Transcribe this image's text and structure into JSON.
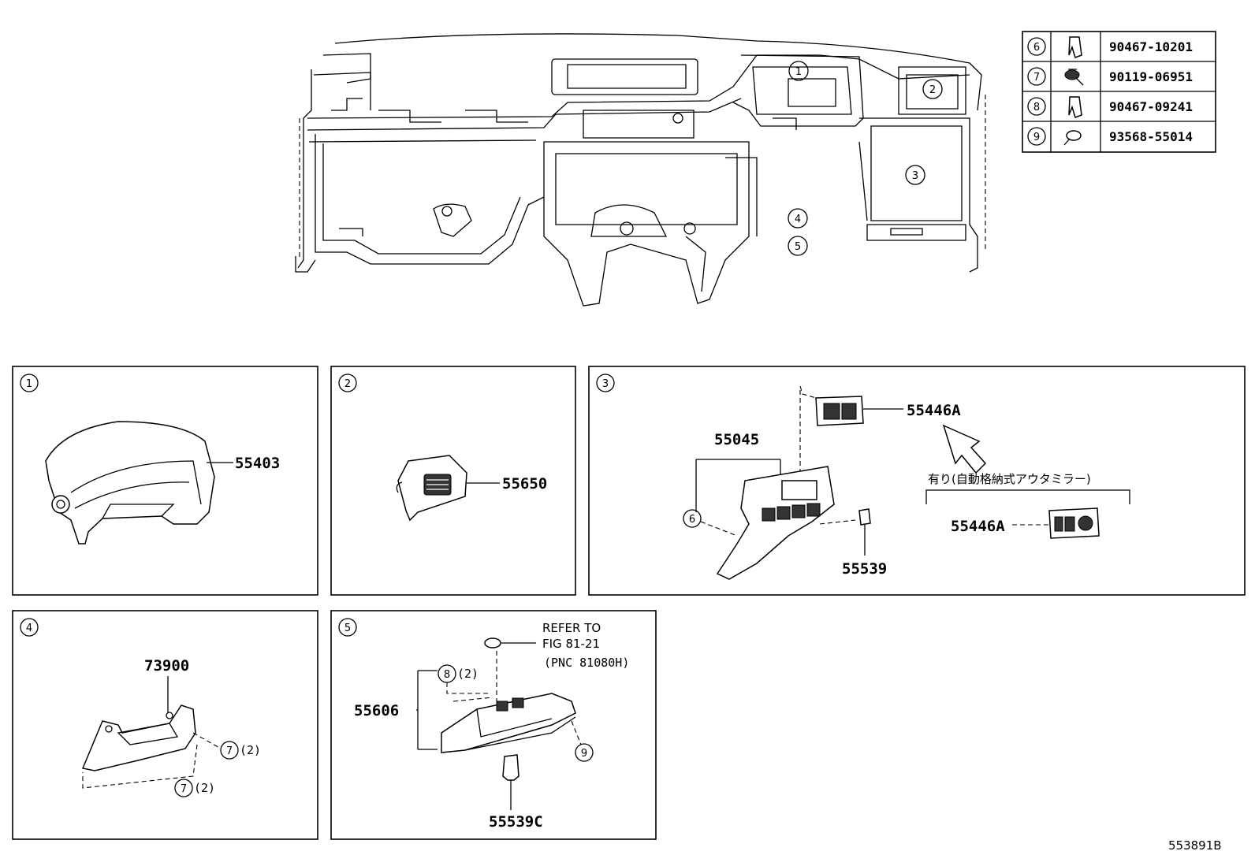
{
  "fastener_table": [
    {
      "ref": "6",
      "icon": "clip-icon",
      "part_no": "90467-10201"
    },
    {
      "ref": "7",
      "icon": "screw-icon",
      "part_no": "90119-06951"
    },
    {
      "ref": "8",
      "icon": "clip-icon",
      "part_no": "90467-09241"
    },
    {
      "ref": "9",
      "icon": "screw-icon",
      "part_no": "93568-55014"
    }
  ],
  "main_callouts": [
    "1",
    "2",
    "3",
    "4",
    "5"
  ],
  "panels": {
    "p1": {
      "id": "1",
      "part": "55403"
    },
    "p2": {
      "id": "2",
      "part": "55650"
    },
    "p3": {
      "id": "3",
      "part_a": "55446A",
      "part_b": "55045",
      "part_c": "55539",
      "part_d": "55446A",
      "ref_6": "6",
      "note": "有り(自動格納式アウタミラー)"
    },
    "p4": {
      "id": "4",
      "part": "73900",
      "ref_7a": "7",
      "qty_a": "(2)",
      "ref_7b": "7",
      "qty_b": "(2)"
    },
    "p5": {
      "id": "5",
      "part_a": "55606",
      "part_b": "55539C",
      "ref_8": "8",
      "qty_8": "(2)",
      "ref_9": "9",
      "refer_line1": "REFER TO",
      "refer_line2": "FIG 81-21",
      "refer_line3": "(PNC 81080H)"
    }
  },
  "diagram_id": "553891B"
}
